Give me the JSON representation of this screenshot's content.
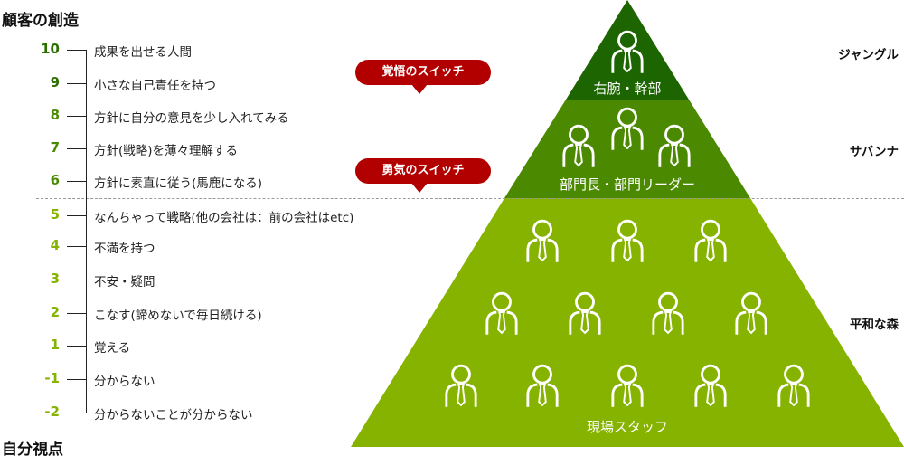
{
  "title_top": "顧客の創造",
  "title_bottom": "自分視点",
  "scale": [
    {
      "level": "10",
      "text": "成果を出せる人間",
      "color": "#2a6e00"
    },
    {
      "level": "9",
      "text": "小さな自己責任を持つ",
      "color": "#2a6e00"
    },
    {
      "level": "8",
      "text": "方針に自分の意見を少し入れてみる",
      "color": "#4a8a00"
    },
    {
      "level": "7",
      "text": "方針(戦略)を薄々理解する",
      "color": "#4a8a00"
    },
    {
      "level": "6",
      "text": "方針に素直に従う(馬鹿になる)",
      "color": "#4a8a00"
    },
    {
      "level": "5",
      "text": "なんちゃって戦略(他の会社は：前の会社はetc)",
      "color": "#86b300"
    },
    {
      "level": "4",
      "text": "不満を持つ",
      "color": "#86b300"
    },
    {
      "level": "3",
      "text": "不安・疑問",
      "color": "#86b300"
    },
    {
      "level": "2",
      "text": "こなす(諦めないで毎日続ける)",
      "color": "#86b300"
    },
    {
      "level": "1",
      "text": "覚える",
      "color": "#86b300"
    },
    {
      "level": "-1",
      "text": "分からない",
      "color": "#86b300"
    },
    {
      "level": "-2",
      "text": "分からないことが分からない",
      "color": "#86b300"
    }
  ],
  "switches": [
    "覚悟のスイッチ",
    "勇気のスイッチ"
  ],
  "switch_color": "#b20000",
  "pyramid": {
    "tiers": [
      {
        "label": "右腕・幹部",
        "zone": "ジャングル",
        "color": "#1d6500",
        "people": 1
      },
      {
        "label": "部門長・部門リーダー",
        "zone": "サバンナ",
        "color": "#4b8a00",
        "people": 3
      },
      {
        "label": "現場スタッフ",
        "zone": "平和な森",
        "color": "#86b300",
        "people": 12
      }
    ]
  }
}
